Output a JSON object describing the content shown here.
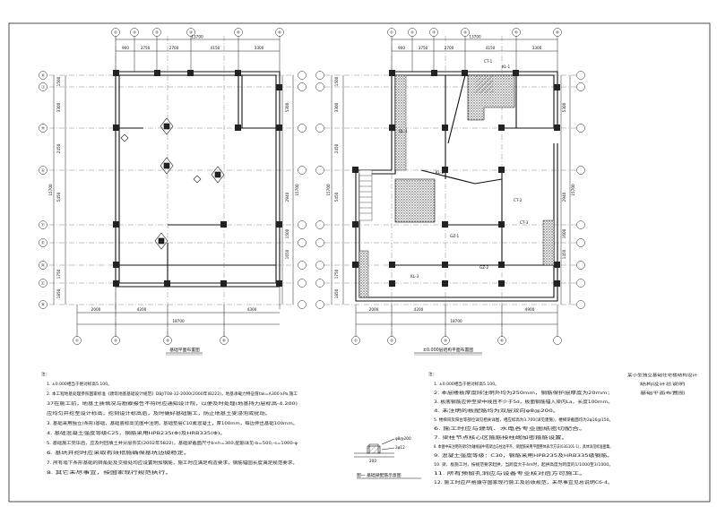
{
  "left_plan": {
    "title": "基础平面布置图",
    "top_axes": [
      "①",
      "②",
      "③",
      "④",
      "⑤",
      "⑥"
    ],
    "top_dims": [
      "900",
      "3750",
      "2700",
      "4150",
      "3300"
    ],
    "top_total": "13700",
    "bottom_axes": [
      "①",
      "②",
      "④",
      "⑥"
    ],
    "bottom_dims": [
      "2000",
      "4200",
      "4300"
    ],
    "bottom_total": "18700",
    "left_axes": [
      "Ⓚ",
      "Ⓙ",
      "Ⓗ",
      "Ⓖ",
      "Ⓕ",
      "Ⓔ",
      "Ⓓ",
      "Ⓒ",
      "Ⓑ",
      "Ⓐ"
    ],
    "left_dims": [
      "1500",
      "3300",
      "2450",
      "5450",
      "1750",
      "1850"
    ],
    "left_total": "15700",
    "right_dims": [
      "5300",
      "2940",
      "1500",
      "1650"
    ],
    "right_total": "15700"
  },
  "right_plan": {
    "title": "±0.000层结构平面布置图",
    "top_axes": [
      "①",
      "②",
      "③",
      "④",
      "⑤",
      "⑥"
    ],
    "top_dims": [
      "900",
      "3750",
      "2700",
      "4150",
      "3300"
    ],
    "top_total": "13700",
    "bottom_axes": [
      "①",
      "②",
      "④",
      "⑥"
    ],
    "bottom_dims": [
      "2000",
      "4200",
      "4900"
    ],
    "bottom_total": "18700",
    "left_dims": [
      "1500",
      "3300",
      "2450",
      "5450",
      "1750",
      "1850"
    ],
    "left_total": "15700",
    "right_dims": [
      "5300",
      "2940",
      "1600",
      "1450"
    ],
    "right_total": "15700",
    "labels": [
      "KL-1",
      "KL-2",
      "KL-3",
      "CT-1",
      "CT-2",
      "CT-3",
      "GZ-1",
      "GZ-2",
      "QL-1"
    ]
  },
  "left_notes": {
    "heading": "注：",
    "lines": [
      "1. ±0.000相当于绝对标高5.100。",
      "2. 本工程地基处理参照国家标准《建筑地基基础设计规范》DBJ/T08-32-2000(2000年)B222)，地基承载力特征值fak=A300 kPa,施工",
      "37在施工前，地基土质情况与勘察报告不符时应通知设计院，以便及时处理(地基持力层标高-4.200)",
      "应均匀开挖至设计标高，挖到设计标高后，及时做好基础施工，防止地基土受浸泡或扰动。",
      "3. 基础采用独立(条形)基础，基础底标高见图中注明，基础垫层C10素混凝土，厚100mm，每边伸出基础100mm。",
      "4. 基础混凝土强度等级C25，钢筋采用HPB235(Φ)及HRB335(Φ)。",
      "5. 基础施工完毕后，应及时回填土并分层夯实(2002年5822)，基础梁截面尺寸b×h=300,配筋详见-b=500,-s=1000-φ",
      "6. 基坑开挖时应采取有效措施确保基坑边坡稳定。",
      "7. 所有墙下条形基础的转角处及交接处均应设置附加钢筋，施工时应满足构造要求，钢筋锚固长度满足规范要求。",
      "8. 其它未尽事宜，按国家现行规范执行。"
    ]
  },
  "detail": {
    "title": "图一  基础梁配筋示意图",
    "labels": [
      "200",
      "φ8@200",
      "2φ12"
    ]
  },
  "right_notes": {
    "heading": "注：",
    "lines": [
      "1. ±0.000相当于绝对标高5.100。",
      "2. 本层楼板厚度除注明外均为250mm，钢筋保护层厚度为20mm；",
      "3. 板底钢筋应伸至梁中线且不少于5d，板面钢筋锚入梁内La，长度100mm。",
      "4. 未注明的板配筋均为双层双向φ8@200。",
      "5. 楼梯间及阳台等部位详见相关详图，相应标高为3.700(详见建施)，楼梯梁截面均为2φ16@150。",
      "6. 施工时应与建筑、水电各专业图纸密切配合。",
      "7. 梁柱节点核心区箍筋按柱端加密箍筋设置。",
      "8. 本图中未注明的梁均为轴线居中或梁边与柱边平齐，梁配筋采用平面整体表示方法(03G101-1)，具体详见标准图集。",
      "9. 混凝土强度等级：C30，钢筋采用HPB235及HRB335级钢筋。",
      "10. 梁、板施工时，按规范要求起拱，当跨度大于4m时，起拱高度为跨度的1/1000至3/1000。",
      "11. 所有预留孔洞应与设备专业核对后方可施工。",
      "12. 施工时应严格遵守国家现行施工及验收规范，未尽事宜见总说明C6-4。"
    ]
  },
  "stamp": {
    "lines": [
      "某小型独立基础住宅楼结构设计",
      "结构设计总说明",
      "基础平面布置图"
    ]
  },
  "colors": {
    "line": "#1a1a1a",
    "hatch": "#555555",
    "paper": "#ffffff"
  }
}
